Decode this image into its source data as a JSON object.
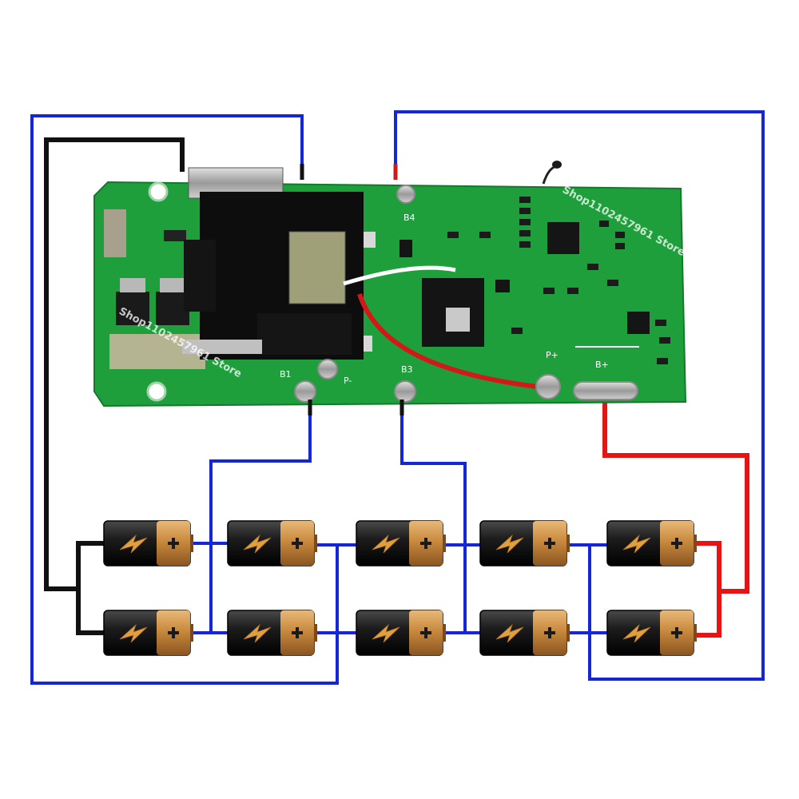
{
  "board": {
    "pads": {
      "b1": "B1",
      "b3": "B3",
      "b4": "B4",
      "p_minus": "P-",
      "p_plus": "P+",
      "b_plus": "B+"
    },
    "watermark": "Shop1102457961 Store"
  },
  "battery": {
    "plus_symbol": "+"
  },
  "colors": {
    "pcb": "#1f9e3c",
    "wire_blue": "#1426d6",
    "wire_black": "#111111",
    "wire_red": "#e81414",
    "battery_body": "#1c1c1c",
    "battery_cap": "#c98a3e",
    "bolt": "#e0a040"
  },
  "icons": [
    "lightning-bolt-icon",
    "plus-terminal-icon"
  ]
}
